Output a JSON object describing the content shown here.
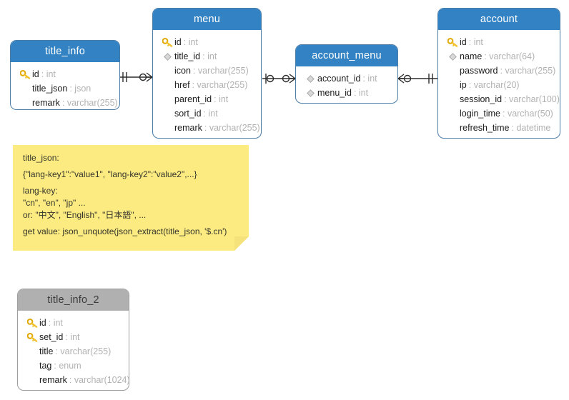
{
  "diagram": {
    "title": "Database ER diagram",
    "colors": {
      "header_blue": "#3383c4",
      "header_gray": "#b0b0b0",
      "border_blue": "#4a7ca8",
      "note_yellow": "#fceb81",
      "type_gray": "#b2b2b2",
      "key_gold": "#f2c12e"
    }
  },
  "entities": [
    {
      "id": "title_info",
      "name": "title_info",
      "header_style": "blue",
      "fields": [
        {
          "icon": "key-icon",
          "name": "id",
          "type": "int"
        },
        {
          "icon": "none",
          "name": "title_json",
          "type": "json"
        },
        {
          "icon": "none",
          "name": "remark",
          "type": "varchar(255)"
        }
      ]
    },
    {
      "id": "menu",
      "name": "menu",
      "header_style": "blue",
      "fields": [
        {
          "icon": "key-icon",
          "name": "id",
          "type": "int"
        },
        {
          "icon": "diamond-icon",
          "name": "title_id",
          "type": "int"
        },
        {
          "icon": "none",
          "name": "icon",
          "type": "varchar(255)"
        },
        {
          "icon": "none",
          "name": "href",
          "type": "varchar(255)"
        },
        {
          "icon": "none",
          "name": "parent_id",
          "type": "int"
        },
        {
          "icon": "none",
          "name": "sort_id",
          "type": "int"
        },
        {
          "icon": "none",
          "name": "remark",
          "type": "varchar(255)"
        }
      ]
    },
    {
      "id": "account_menu",
      "name": "account_menu",
      "header_style": "blue",
      "fields": [
        {
          "icon": "diamond-icon",
          "name": "account_id",
          "type": "int"
        },
        {
          "icon": "diamond-icon",
          "name": "menu_id",
          "type": "int"
        }
      ]
    },
    {
      "id": "account",
      "name": "account",
      "header_style": "blue",
      "fields": [
        {
          "icon": "key-icon",
          "name": "id",
          "type": "int"
        },
        {
          "icon": "diamond-icon",
          "name": "name",
          "type": "varchar(64)"
        },
        {
          "icon": "none",
          "name": "password",
          "type": "varchar(255)"
        },
        {
          "icon": "none",
          "name": "ip",
          "type": "varchar(20)"
        },
        {
          "icon": "none",
          "name": "session_id",
          "type": "varchar(100)"
        },
        {
          "icon": "none",
          "name": "login_time",
          "type": "varchar(50)"
        },
        {
          "icon": "none",
          "name": "refresh_time",
          "type": "datetime"
        }
      ]
    },
    {
      "id": "title_info_2",
      "name": "title_info_2",
      "header_style": "gray",
      "fields": [
        {
          "icon": "key-icon",
          "name": "id",
          "type": "int"
        },
        {
          "icon": "key-icon",
          "name": "set_id",
          "type": "int"
        },
        {
          "icon": "none",
          "name": "title",
          "type": "varchar(255)"
        },
        {
          "icon": "none",
          "name": "tag",
          "type": "enum"
        },
        {
          "icon": "none",
          "name": "remark",
          "type": "varchar(1024)"
        }
      ]
    }
  ],
  "note": {
    "lines": [
      {
        "text": "title_json:",
        "tight": false
      },
      {
        "text": "{\"lang-key1\":\"value1\", \"lang-key2\":\"value2\",...}",
        "tight": false
      },
      {
        "text": "lang-key:",
        "tight": true
      },
      {
        "text": "\"cn\", \"en\", \"jp\" ...",
        "tight": true
      },
      {
        "text": "or: \"中文\", \"English\", \"日本語\", ...",
        "tight": false
      },
      {
        "text": "get value: json_unquote(json_extract(title_json, '$.cn')",
        "tight": false
      }
    ]
  },
  "relationships": [
    {
      "from": "title_info",
      "to": "menu",
      "from_cardinality": "one-and-only-one",
      "to_cardinality": "zero-or-many"
    },
    {
      "from": "menu",
      "to": "account_menu",
      "from_cardinality": "zero-or-one",
      "to_cardinality": "zero-or-many"
    },
    {
      "from": "account_menu",
      "to": "account",
      "from_cardinality": "zero-or-many",
      "to_cardinality": "one-and-only-one"
    }
  ]
}
